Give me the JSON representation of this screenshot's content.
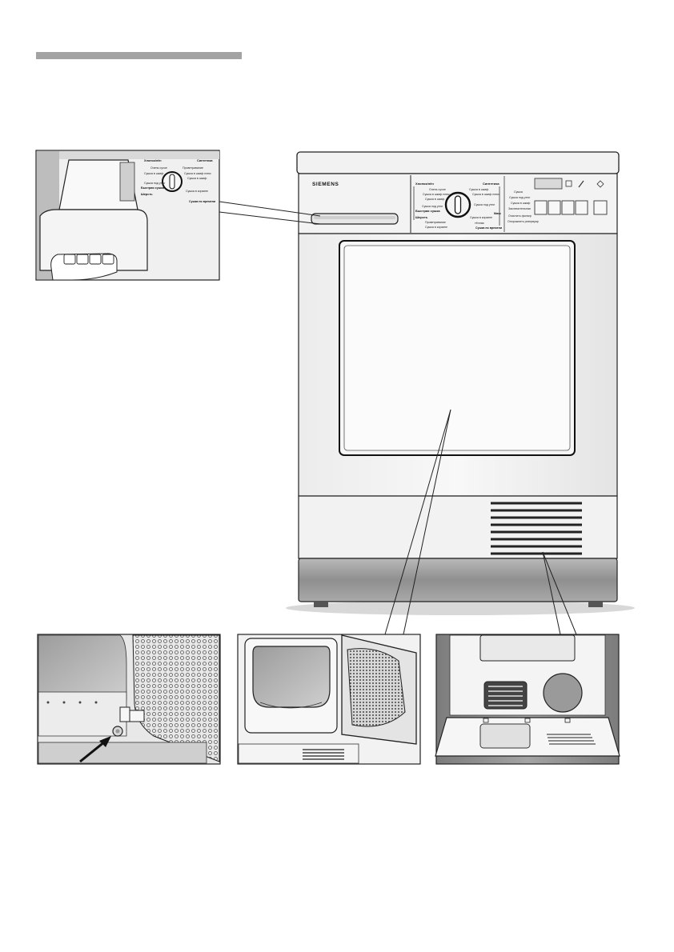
{
  "brand": "SIEMENS",
  "colors": {
    "header_bar": "#a3a3a3",
    "panel": "#f1f1f1",
    "body": "#f4f4f4",
    "base": "#9a9a9a",
    "outline": "#222222",
    "detail_bg": "#8c8c8c"
  },
  "program_labels": {
    "left": [
      "Хлопок/лён",
      "Очень сухое",
      "Сушка в шкаф плюс",
      "Сушка в шкаф",
      "Сушка под утюг",
      "Быстрая сушка",
      "Шерсть"
    ],
    "mid": [
      "Проветривание",
      "Сушка в корзине"
    ],
    "right": [
      "Синтетика",
      "Сушка в шкаф",
      "Сушка в шкаф плюс",
      "Сушка под утюг",
      "Микс",
      "Сушка в корзине"
    ],
    "right_bottom": [
      "тёплая",
      "Сушка по времени"
    ]
  },
  "option_labels": [
    "Сушка",
    "Сушка под утюг",
    "Сушка в шкаф",
    "Заключительная",
    "Очистить фильтр",
    "Опорожнить резервуар"
  ],
  "icons": [
    "fabric-care-icon",
    "power-icon",
    "start-stop-icon"
  ]
}
